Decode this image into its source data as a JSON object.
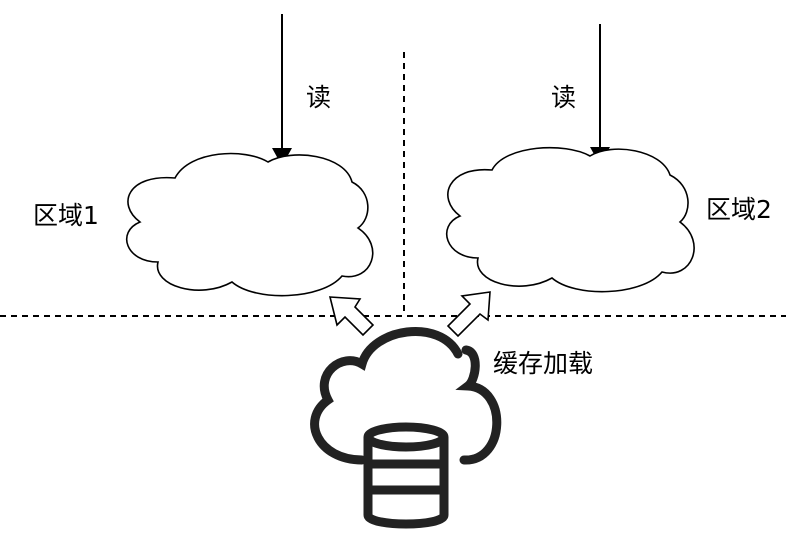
{
  "diagram": {
    "read_label_left": "读",
    "read_label_right": "读",
    "region_1_label": "区域1",
    "region_2_label": "区域2",
    "cache_load_label": "缓存加载"
  },
  "colors": {
    "stroke": "#000000",
    "cache_icon": "#222222",
    "background": "#ffffff"
  },
  "icons": {
    "cache_source": "cloud-database-icon"
  }
}
